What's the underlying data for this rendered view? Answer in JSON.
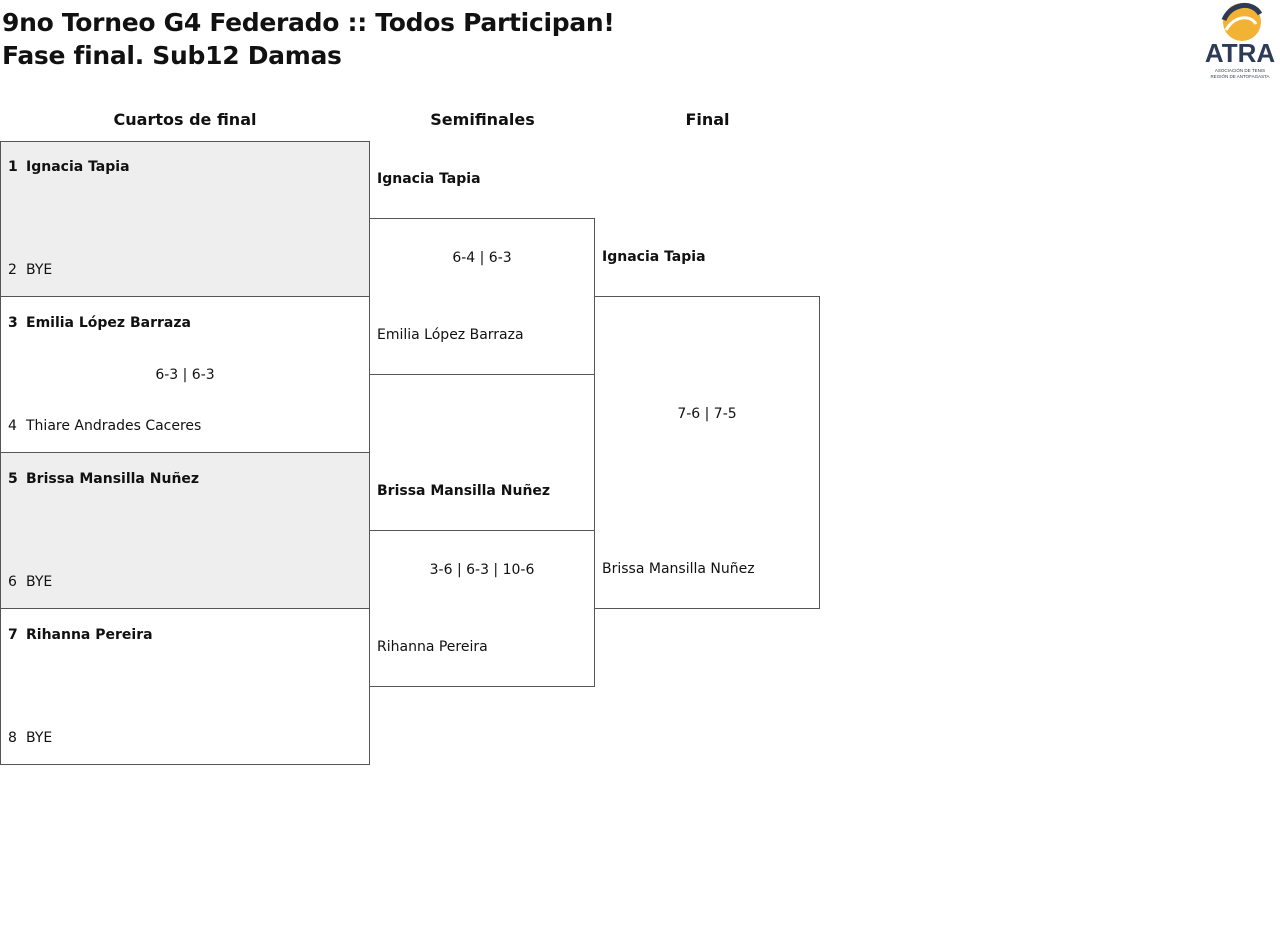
{
  "header": {
    "title_line1": "9no Torneo G4 Federado :: Todos Participan!",
    "title_line2": "Fase final. Sub12 Damas",
    "logo_text": "ATRA",
    "logo_subtext_line1": "ASOCIACIÓN DE TENIS",
    "logo_subtext_line2": "REGIÓN DE ANTOFAGASTA",
    "logo_colors": {
      "dark": "#2e3b57",
      "accent": "#f2b233"
    }
  },
  "rounds": {
    "quarterfinals": "Cuartos de final",
    "semifinals": "Semifinales",
    "final": "Final"
  },
  "quarterfinals": [
    {
      "p1": {
        "seed": "1",
        "name": "Ignacia Tapia"
      },
      "p2": {
        "seed": "2",
        "name": "BYE"
      },
      "score": ""
    },
    {
      "p1": {
        "seed": "3",
        "name": "Emilia López Barraza"
      },
      "p2": {
        "seed": "4",
        "name": "Thiare Andrades Caceres"
      },
      "score": "6-3 | 6-3"
    },
    {
      "p1": {
        "seed": "5",
        "name": "Brissa Mansilla Nuñez"
      },
      "p2": {
        "seed": "6",
        "name": "BYE"
      },
      "score": ""
    },
    {
      "p1": {
        "seed": "7",
        "name": "Rihanna Pereira"
      },
      "p2": {
        "seed": "8",
        "name": "BYE"
      },
      "score": ""
    }
  ],
  "semifinals": [
    {
      "p1": "Ignacia Tapia",
      "p2": "Emilia López Barraza",
      "score": "6-4 | 6-3"
    },
    {
      "p1": "Brissa Mansilla Nuñez",
      "p2": "Rihanna Pereira",
      "score": "3-6 | 6-3 | 10-6"
    }
  ],
  "final": {
    "p1": "Ignacia Tapia",
    "p2": "Brissa Mansilla Nuñez",
    "score": "7-6 | 7-5"
  }
}
